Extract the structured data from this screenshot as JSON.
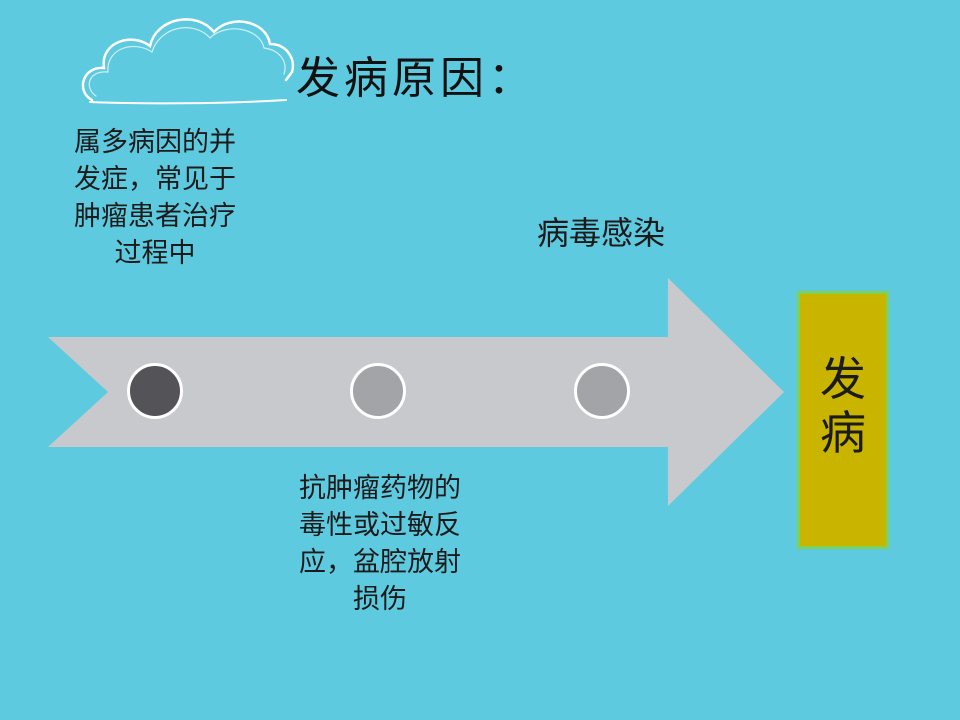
{
  "slide": {
    "title": "发病原因：",
    "causes": [
      {
        "text": "属多病因的并发症，常见于肿瘤患者治疗过程中"
      },
      {
        "text": "抗肿瘤药物的毒性或过敏反应，盆腔放射损伤"
      },
      {
        "text": "病毒感染"
      }
    ],
    "result": "发病"
  },
  "colors": {
    "background": "#5ecadf",
    "arrow": "#c8c9cd",
    "dot_dark": "#545458",
    "dot_light": "#a3a4a8",
    "result_fill": "#c9b400",
    "result_border": "#7fd15a"
  },
  "icons": {
    "decoration": "cloud-icon"
  }
}
